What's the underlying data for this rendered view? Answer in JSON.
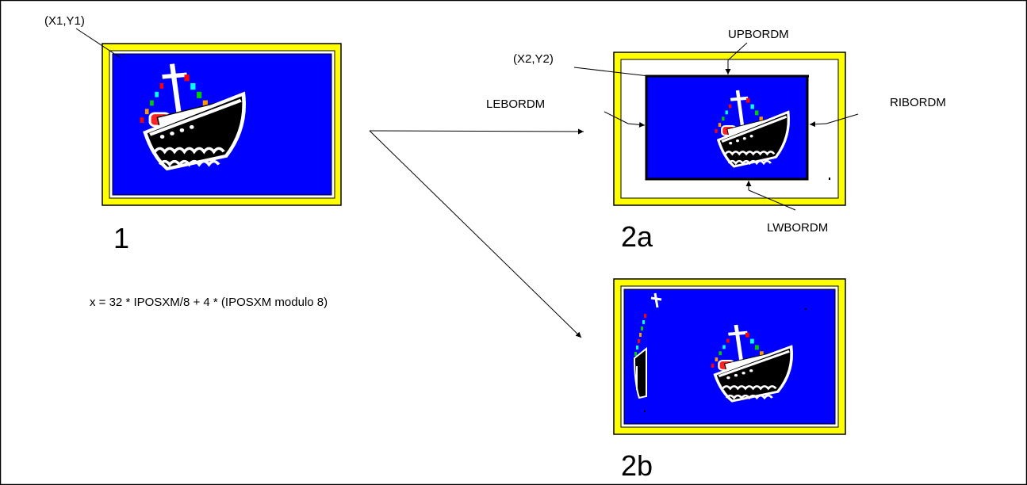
{
  "colors": {
    "frame_yellow": "#ffff00",
    "screen_blue": "#0000ff",
    "hull_black": "#000000",
    "hull_white": "#ffffff",
    "flag_red": "#ff0000",
    "flag_green": "#00cc00",
    "flag_cyan": "#00ffff",
    "flag_orange": "#ff9900"
  },
  "panel1": {
    "coord_label": "(X1,Y1)",
    "number": "1"
  },
  "panel2a": {
    "coord_label": "(X2,Y2)",
    "number": "2a",
    "up_border": "UPBORDM",
    "left_border": "LEBORDM",
    "right_border": "RIBORDM",
    "lower_border": "LWBORDM"
  },
  "panel2b": {
    "number": "2b"
  },
  "formula": "x = 32 * IPOSXM/8 + 4 * (IPOSXM modulo 8)"
}
